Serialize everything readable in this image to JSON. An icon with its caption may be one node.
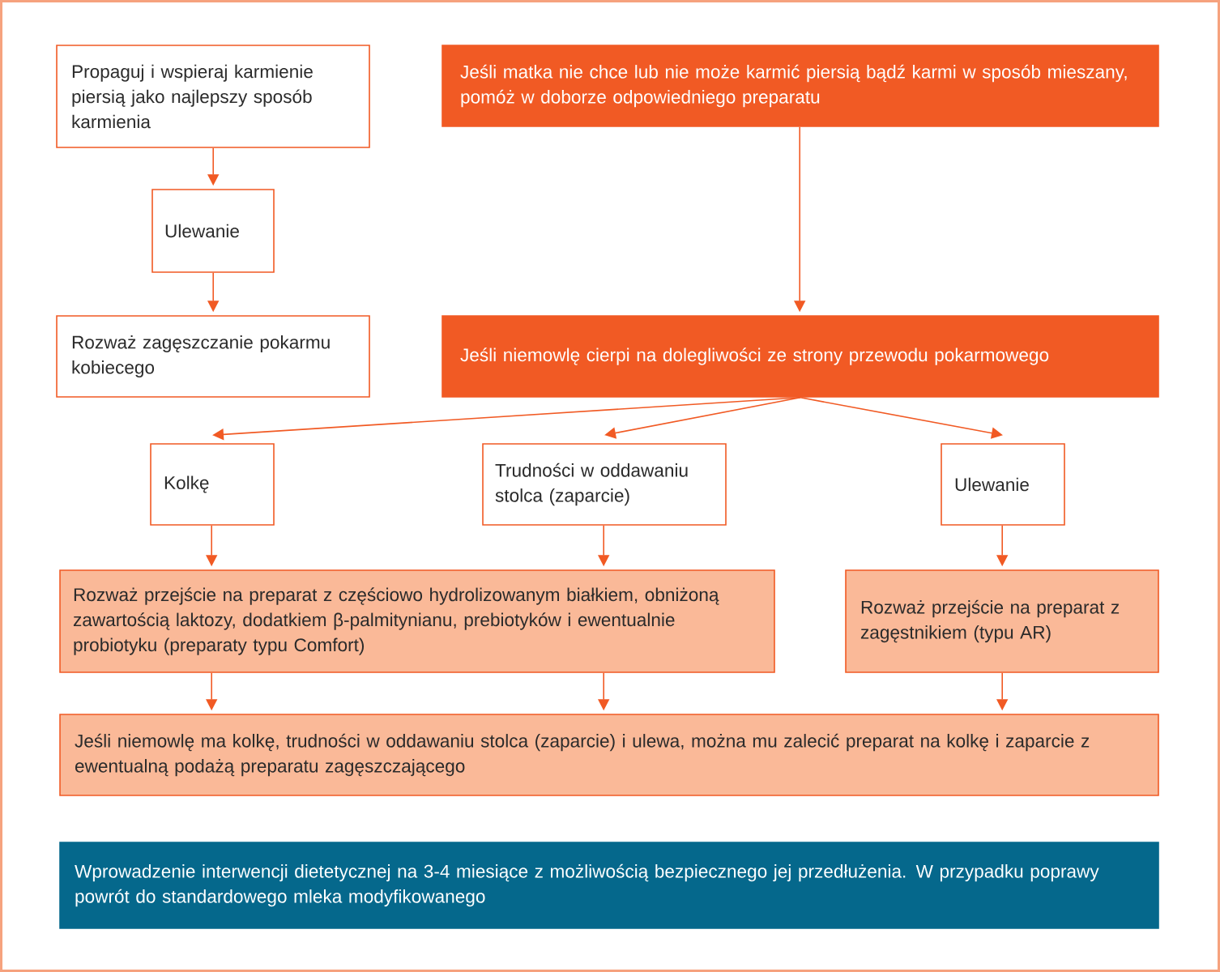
{
  "diagram": {
    "nodes": [
      {
        "text": [
          "Propaguj i wspieraj karmienie piersią jako najlepszy sposób karmienia"
        ]
      },
      {
        "text": [
          "Ulewanie"
        ]
      },
      {
        "text": [
          "Rozważ zagęszczanie pokarmu kobiecego"
        ]
      },
      {
        "text": [
          "Jeśli matka nie chce lub nie może karmić piersią bądź karmi w sposób mieszany, pomóż w doborze odpowiedniego preparatu"
        ]
      },
      {
        "text": [
          "Jeśli niemowlę cierpi na dolegliwości ze strony przewodu pokarmowego"
        ]
      },
      {
        "text": [
          "Kolkę"
        ]
      },
      {
        "text": [
          "Trudności w oddawaniu stolca (zaparcie)"
        ]
      },
      {
        "text": [
          "Ulewanie"
        ]
      },
      {
        "text": [
          "Rozważ przejście na preparat z częściowo hydrolizowanym białkiem, obniżoną zawartością laktozy, dodatkiem β-palmitynianu, prebiotyków i ewentualnie probiotyku (preparaty typu Comfort)"
        ]
      },
      {
        "text": [
          "Rozważ przejście na preparat z zagęstnikiem (typu AR)"
        ]
      },
      {
        "text": [
          "Jeśli niemowlę ma kolkę, trudności w oddawaniu stolca (zaparcie) i ulewa, można mu zalecić preparat na kolkę i zaparcie z ewentualną podażą preparatu zagęszczającego"
        ]
      },
      {
        "text": [
          "Wprowadzenie interwencji dietetycznej na 3-4 miesiące z możliwością bezpiecznego jej przedłużenia. W przypadku poprawy powrót do standardowego mleka modyfikowanego"
        ]
      }
    ],
    "edges": [
      {
        "from": 0,
        "to": 1,
        "arrow": "to"
      },
      {
        "from": 1,
        "to": 2,
        "arrow": "to"
      },
      {
        "from": 3,
        "to": 4,
        "arrow": "to"
      },
      {
        "from": 4,
        "to": 5,
        "arrow": "to"
      },
      {
        "from": 4,
        "to": 6,
        "arrow": "to"
      },
      {
        "from": 4,
        "to": 7,
        "arrow": "to"
      },
      {
        "from": 5,
        "to": 8,
        "arrow": "to"
      },
      {
        "from": 6,
        "to": 8,
        "arrow": "to"
      },
      {
        "from": 7,
        "to": 9,
        "arrow": "to"
      },
      {
        "from": 8,
        "to": 10,
        "arrow": "to"
      },
      {
        "from": 8,
        "to": 10,
        "arrow": "to"
      },
      {
        "from": 9,
        "to": 10,
        "arrow": "to"
      }
    ]
  }
}
